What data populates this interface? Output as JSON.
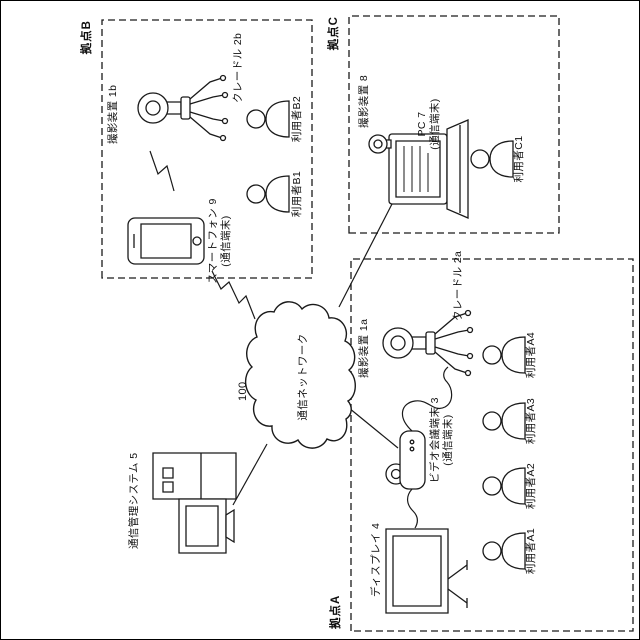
{
  "figure": {
    "type": "patent-system-diagram",
    "line_color": "#1a1a1a",
    "background": "#ffffff"
  },
  "network": {
    "ref": "100",
    "label": "通信ネットワーク"
  },
  "management_system": {
    "label": "通信管理システム 5"
  },
  "site_b": {
    "label": "拠点B",
    "camera_label": "撮影装置 1b",
    "cradle_label": "クレードル 2b",
    "smartphone_label": "スマートフォン 9",
    "smartphone_sub": "(通信端末)",
    "users": [
      "利用者B1",
      "利用者B2"
    ]
  },
  "site_c": {
    "label": "拠点C",
    "camera_label": "撮影装置 8",
    "pc_label": "PC 7",
    "pc_sub": "(通信端末)",
    "user": "利用者C1"
  },
  "site_a": {
    "label": "拠点A",
    "display_label": "ディスプレイ 4",
    "terminal_label": "ビデオ会議端末 3",
    "terminal_sub": "(通信端末)",
    "camera_label": "撮影装置 1a",
    "cradle_label": "クレードル 2a",
    "users": [
      "利用者A1",
      "利用者A2",
      "利用者A3",
      "利用者A4"
    ]
  }
}
